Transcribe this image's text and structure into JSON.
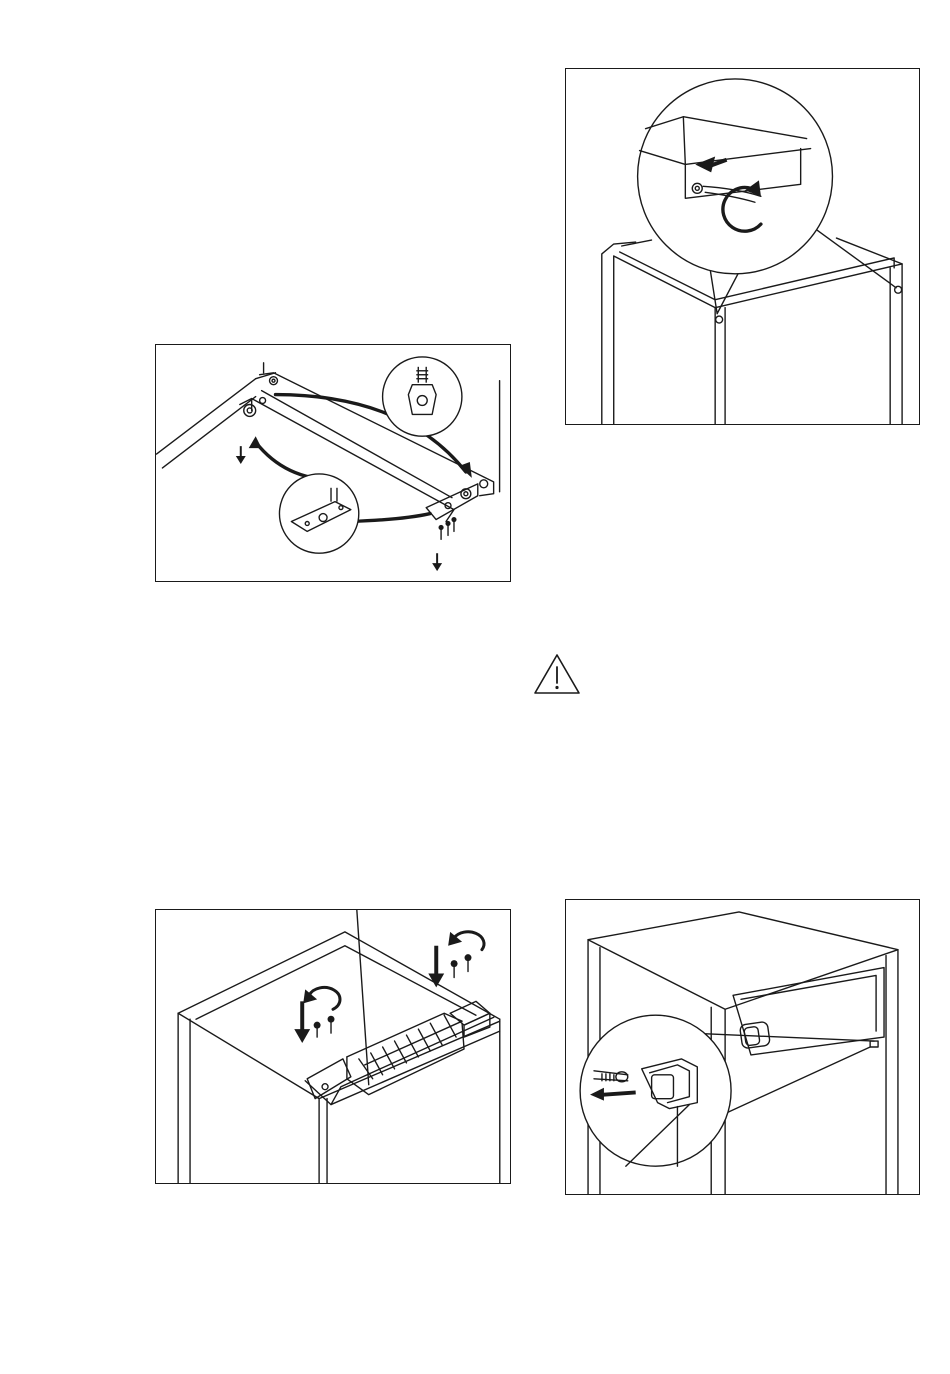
{
  "figures": [
    {
      "id": "hinge-bottom",
      "icon": "hinge-removal-illustration"
    },
    {
      "id": "top-screws",
      "icon": "top-cover-screw-illustration"
    },
    {
      "id": "top-hinge",
      "icon": "top-hinge-illustration"
    },
    {
      "id": "door-stop",
      "icon": "door-stop-illustration"
    }
  ],
  "warning": {
    "icon": "warning-triangle-icon"
  },
  "colors": {
    "line": "#1a1a1a",
    "background": "#ffffff"
  }
}
